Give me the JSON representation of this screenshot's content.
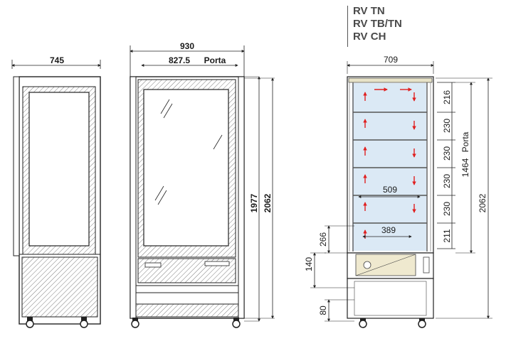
{
  "models": [
    "RV TN",
    "RV TB/TN",
    "RV CH"
  ],
  "front_view": {
    "width": "745"
  },
  "side_view": {
    "depth": "930",
    "door_depth": "827.5",
    "door_label": "Porta",
    "door_height": "1977",
    "total_height": "2062"
  },
  "section_view": {
    "width": "709",
    "shelf_spacings": [
      "216",
      "230",
      "230",
      "230",
      "230",
      "211"
    ],
    "door_height": "1464",
    "door_label": "Porta",
    "total_height": "2062",
    "shelf_width_upper": "509",
    "shelf_width_lower": "389",
    "offset_266": "266",
    "offset_140": "140",
    "offset_80": "80"
  },
  "colors": {
    "glass": "#dbe9f5",
    "airflow_arrow": "#e02020",
    "line": "#222222"
  }
}
